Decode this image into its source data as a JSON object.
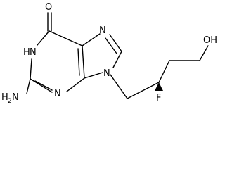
{
  "molecule": {
    "atoms": {
      "oxygen_carbonyl": "O",
      "n1h": "H",
      "n1": "N",
      "n7": "N",
      "n9": "N",
      "n3": "N",
      "amine_h": "H",
      "amine_h_count": "2",
      "amine_n": "N",
      "fluorine": "F",
      "hydroxyl": "OH"
    }
  }
}
